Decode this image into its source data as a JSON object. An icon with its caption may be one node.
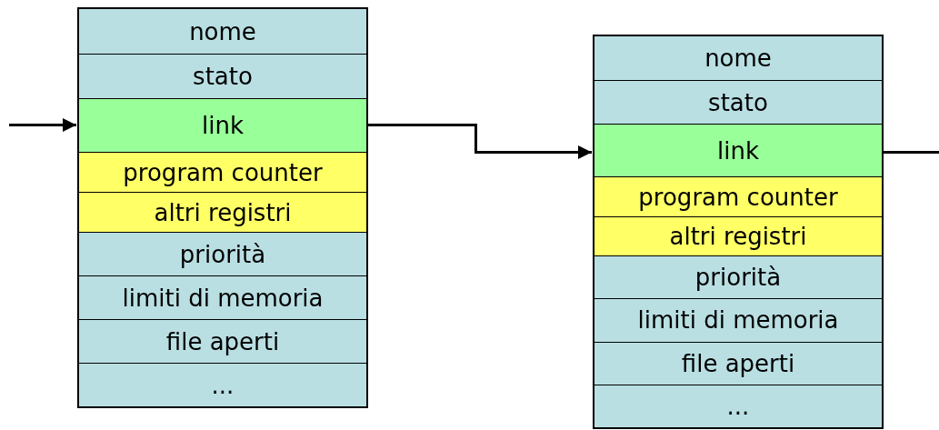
{
  "diagram": {
    "nodes": [
      {
        "text": [],
        "shape": "box"
      },
      {
        "text": [
          "nome"
        ],
        "in": 0
      },
      {
        "text": [
          "stato"
        ],
        "in": 0
      },
      {
        "text": [
          "link"
        ],
        "in": 0
      },
      {
        "text": [
          "program counter"
        ],
        "in": 0
      },
      {
        "text": [
          "altri registri"
        ],
        "in": 0
      },
      {
        "text": [
          "priorità"
        ],
        "in": 0
      },
      {
        "text": [
          "limiti di memoria"
        ],
        "in": 0
      },
      {
        "text": [
          "file aperti"
        ],
        "in": 0
      },
      {
        "text": [
          "..."
        ],
        "in": 0
      },
      {
        "text": [],
        "shape": "box"
      },
      {
        "text": [
          "nome"
        ],
        "in": 10
      },
      {
        "text": [
          "stato"
        ],
        "in": 10
      },
      {
        "text": [
          "link"
        ],
        "in": 10
      },
      {
        "text": [
          "program counter"
        ],
        "in": 10
      },
      {
        "text": [
          "altri registri"
        ],
        "in": 10
      },
      {
        "text": [
          "priorità"
        ],
        "in": 10
      },
      {
        "text": [
          "limiti di memoria"
        ],
        "in": 10
      },
      {
        "text": [
          "file aperti"
        ],
        "in": 10
      },
      {
        "text": [
          "..."
        ],
        "in": 10
      }
    ],
    "edges": [
      {
        "from": null,
        "to": 3,
        "arrow": "to"
      },
      {
        "from": 3,
        "to": 13,
        "arrow": "to"
      },
      {
        "from": 13,
        "to": null,
        "arrow": "none"
      }
    ]
  }
}
